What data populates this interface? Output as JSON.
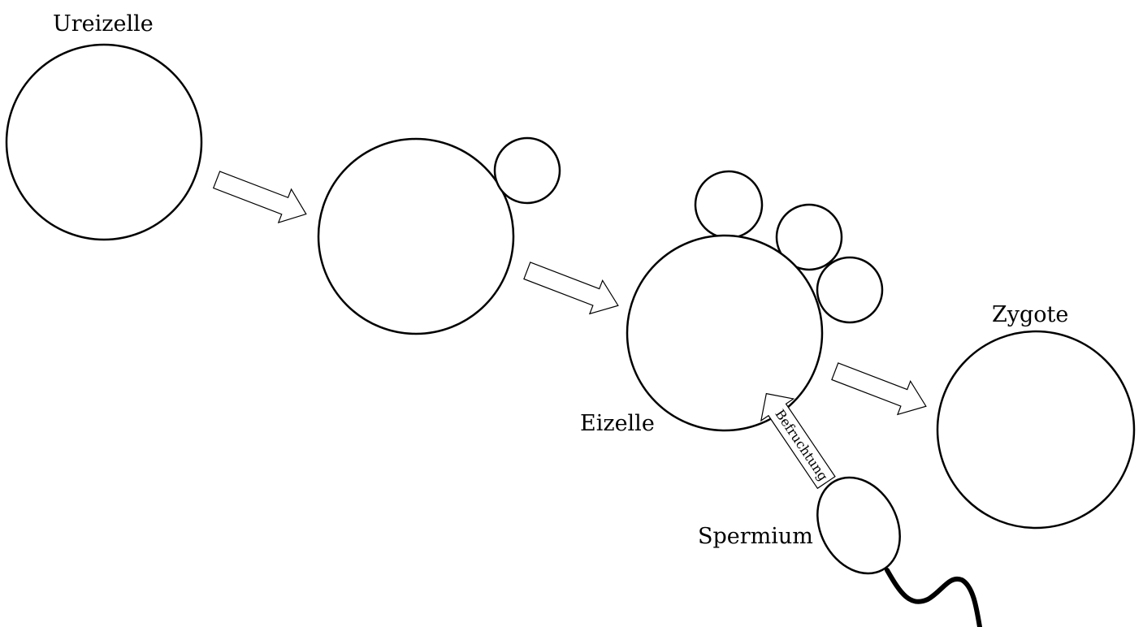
{
  "labels": {
    "ureizelle": "Ureizelle",
    "eizelle": "Eizelle",
    "zygote": "Zygote",
    "spermium": "Spermium",
    "befruchtung": "Befruchtung"
  },
  "colors": {
    "stroke": "#000000",
    "fill": "#ffffff"
  }
}
